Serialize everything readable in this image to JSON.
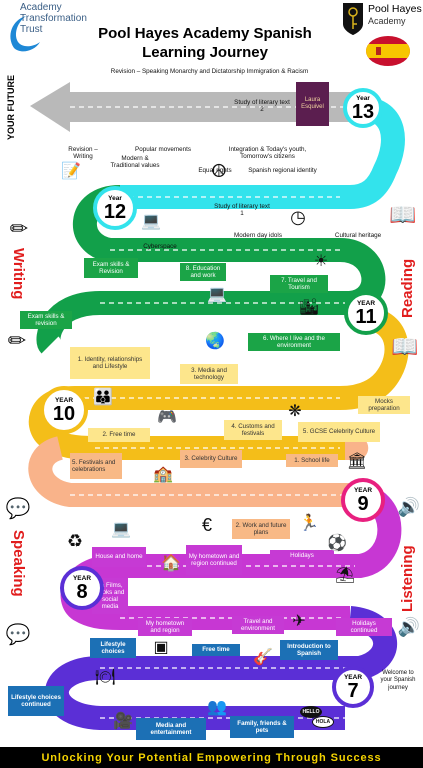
{
  "header": {
    "trust_name": "Academy Transformation Trust",
    "title_line1": "Pool Hayes Academy Spanish",
    "title_line2": "Learning Journey",
    "school_name": "Pool Hayes",
    "school_sub": "Academy"
  },
  "side_labels": {
    "future": "YOUR FUTURE",
    "writing": "Writing",
    "reading": "Reading",
    "speaking": "Speaking",
    "listening": "Listening"
  },
  "years": {
    "y13": {
      "label": "Year",
      "number": "13"
    },
    "y12": {
      "label": "Year",
      "number": "12"
    },
    "y11": {
      "label": "YEAR",
      "number": "11"
    },
    "y10": {
      "label": "YEAR",
      "number": "10"
    },
    "y9": {
      "label": "YEAR",
      "number": "9"
    },
    "y8": {
      "label": "YEAR",
      "number": "8"
    },
    "y7": {
      "label": "YEAR",
      "number": "7"
    }
  },
  "year13": {
    "top_topics": "Revision – Speaking   Monarchy and Dictatorship  Immigration & Racism",
    "literary": "Study of literary text 2",
    "book_title": "Laura Esquivel"
  },
  "year12": {
    "revision_writing": "Revision – Writing",
    "modern_values": "Modern & Traditional values",
    "popular": "Popular movements",
    "integration": "Integration & Today's youth, Tomorrow's citizens",
    "equal": "Equal rights",
    "regional": "Spanish regional identity",
    "literary": "Study of literary text 1",
    "cyberspace": "Cyberspace",
    "idols": "Modern day idols",
    "heritage": "Cultural heritage"
  },
  "year11": {
    "exam_revision": "Exam skills & Revision",
    "education": "8. Education and work",
    "travel": "7. Travel and Tourism",
    "where_live": "6. Where I live and the environment",
    "exam_revision_2": "Exam skills & revision"
  },
  "year10": {
    "identity": "1. Identity, relationships and Lifestyle",
    "media": "3. Media and technology",
    "mocks": "Mocks preparation",
    "free_time": "2. Free time",
    "customs": "4. Customs and festivals",
    "gcse_culture": "5. GCSE Celebrity Culture"
  },
  "year9": {
    "festivals": "5. Festivals and celebrations",
    "celebrity": "3. Celebrity Culture",
    "school_life": "1. School life",
    "work_plans": "2. Work and future plans"
  },
  "year8": {
    "house": "House and home",
    "hometown_cont": "My hometown and region continued",
    "holidays": "Holidays",
    "films": "1a Films, books and social media",
    "hometown": "My hometown and region",
    "travel_env": "Travel and environment",
    "holidays_cont": "Holidays continued"
  },
  "year7": {
    "lifestyle": "Lifestyle choices",
    "free_time": "Free time",
    "intro": "Introduction to Spanish",
    "welcome": "Welcome to your Spanish journey",
    "lifestyle_cont": "Lifestyle choices continued",
    "media": "Media and entertainment",
    "family": "Family, friends & pets",
    "hello": "HELLO",
    "hola": "HOLA"
  },
  "footer": {
    "text": "Unlocking Your Potential Empowering Through Success"
  }
}
